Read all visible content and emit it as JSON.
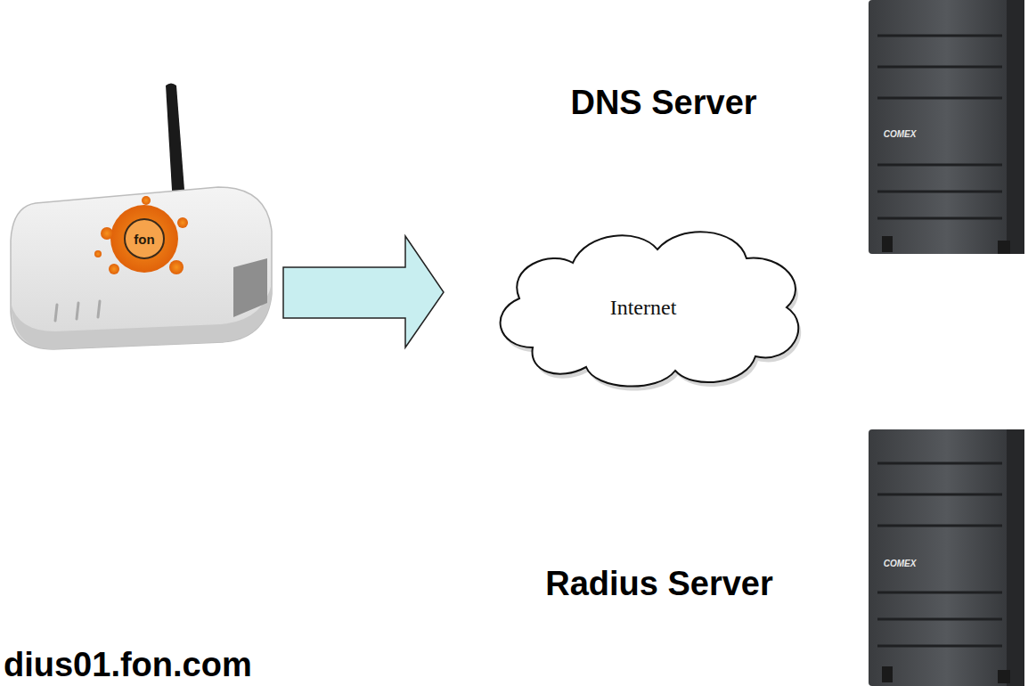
{
  "diagram": {
    "nodes": [
      {
        "text": [
          "Internet"
        ]
      }
    ],
    "labels": [
      "DNS Server",
      "Radius Server",
      "dius01.fon.com",
      "fon",
      "COMEX",
      "COMEX"
    ]
  }
}
